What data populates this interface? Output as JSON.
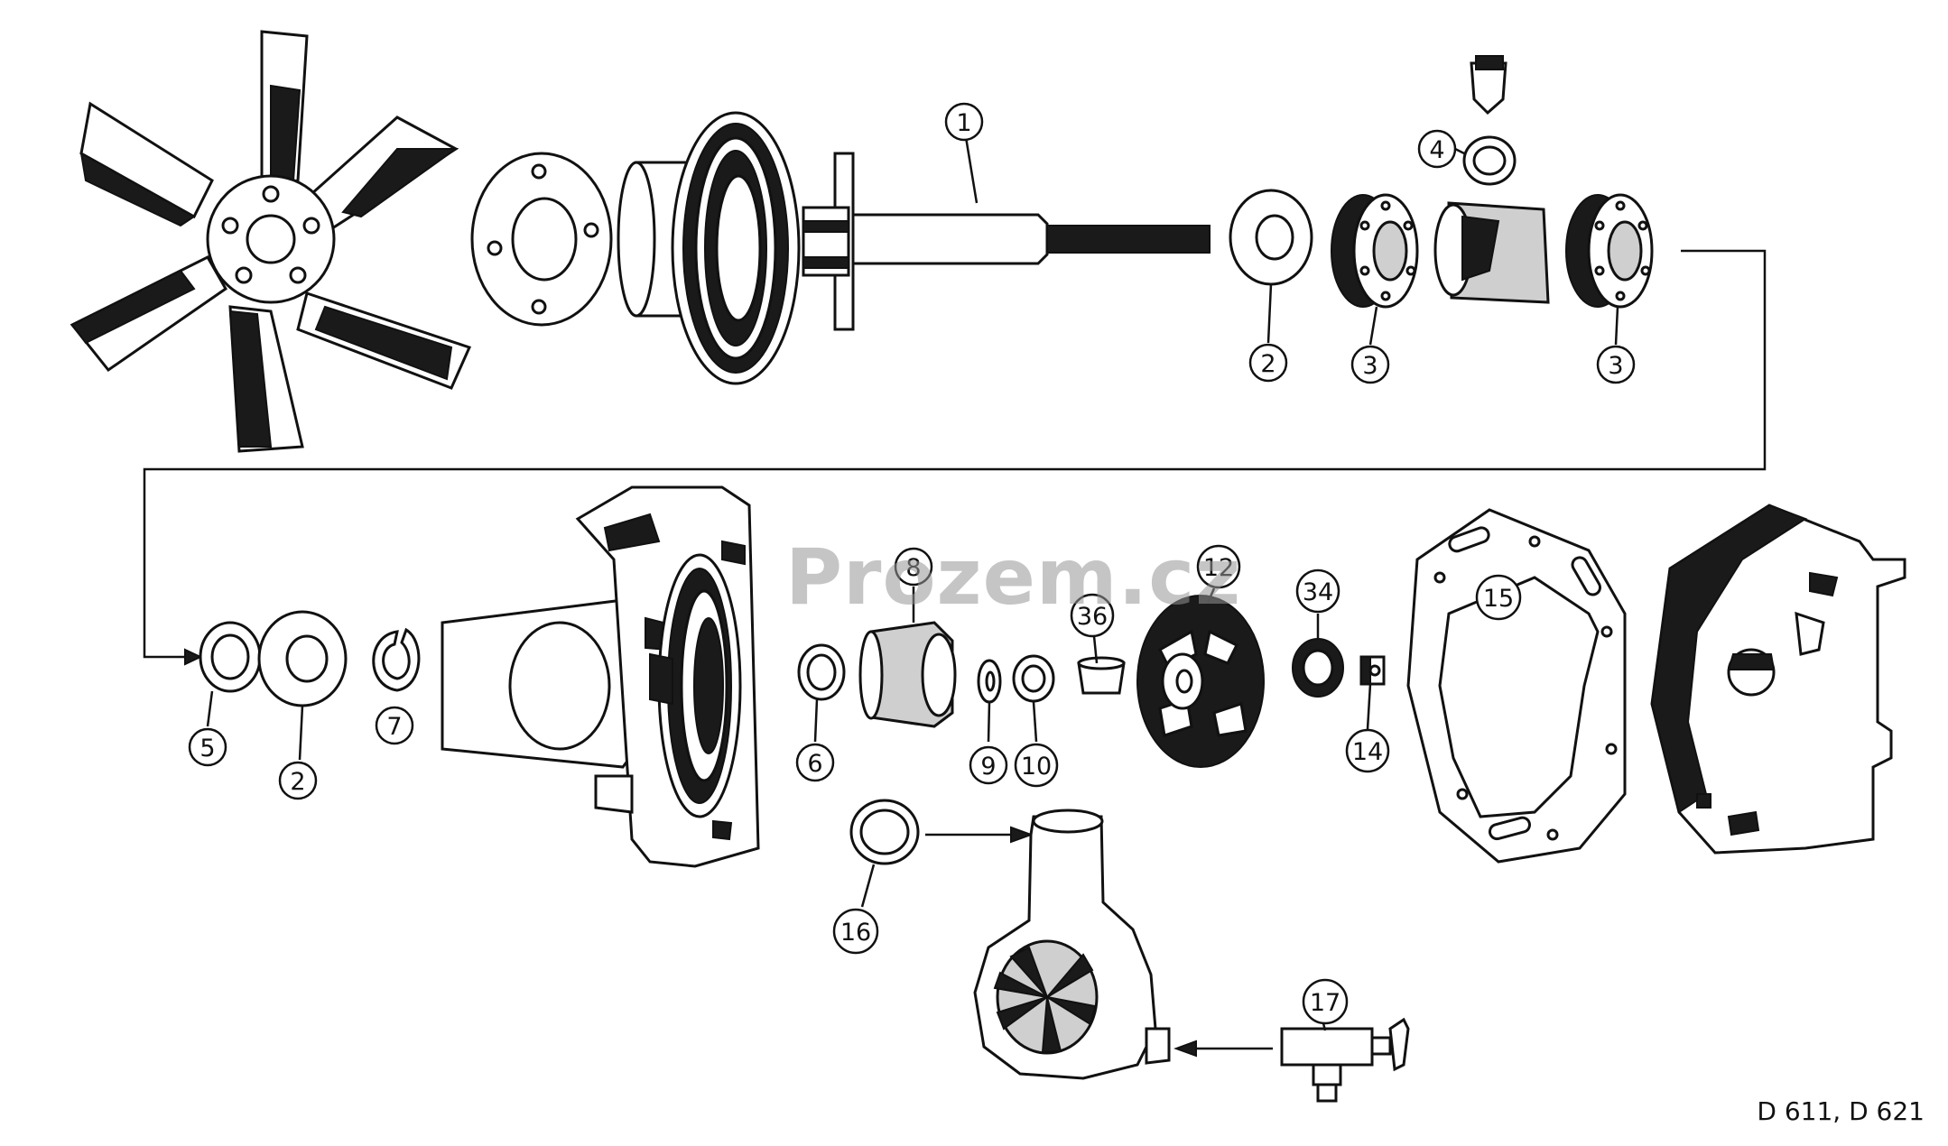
{
  "watermark": "Prozem.cz",
  "model_caption": "D 611, D 621",
  "callouts": [
    {
      "id": "c1",
      "label": "1"
    },
    {
      "id": "c2a",
      "label": "2"
    },
    {
      "id": "c3a",
      "label": "3"
    },
    {
      "id": "c3b",
      "label": "3"
    },
    {
      "id": "c4",
      "label": "4"
    },
    {
      "id": "c5",
      "label": "5"
    },
    {
      "id": "c2b",
      "label": "2"
    },
    {
      "id": "c7",
      "label": "7"
    },
    {
      "id": "c6",
      "label": "6"
    },
    {
      "id": "c8",
      "label": "8"
    },
    {
      "id": "c9",
      "label": "9"
    },
    {
      "id": "c10",
      "label": "10"
    },
    {
      "id": "c36",
      "label": "36"
    },
    {
      "id": "c12",
      "label": "12"
    },
    {
      "id": "c34",
      "label": "34"
    },
    {
      "id": "c14",
      "label": "14"
    },
    {
      "id": "c15",
      "label": "15"
    },
    {
      "id": "c16",
      "label": "16"
    },
    {
      "id": "c17",
      "label": "17"
    }
  ]
}
